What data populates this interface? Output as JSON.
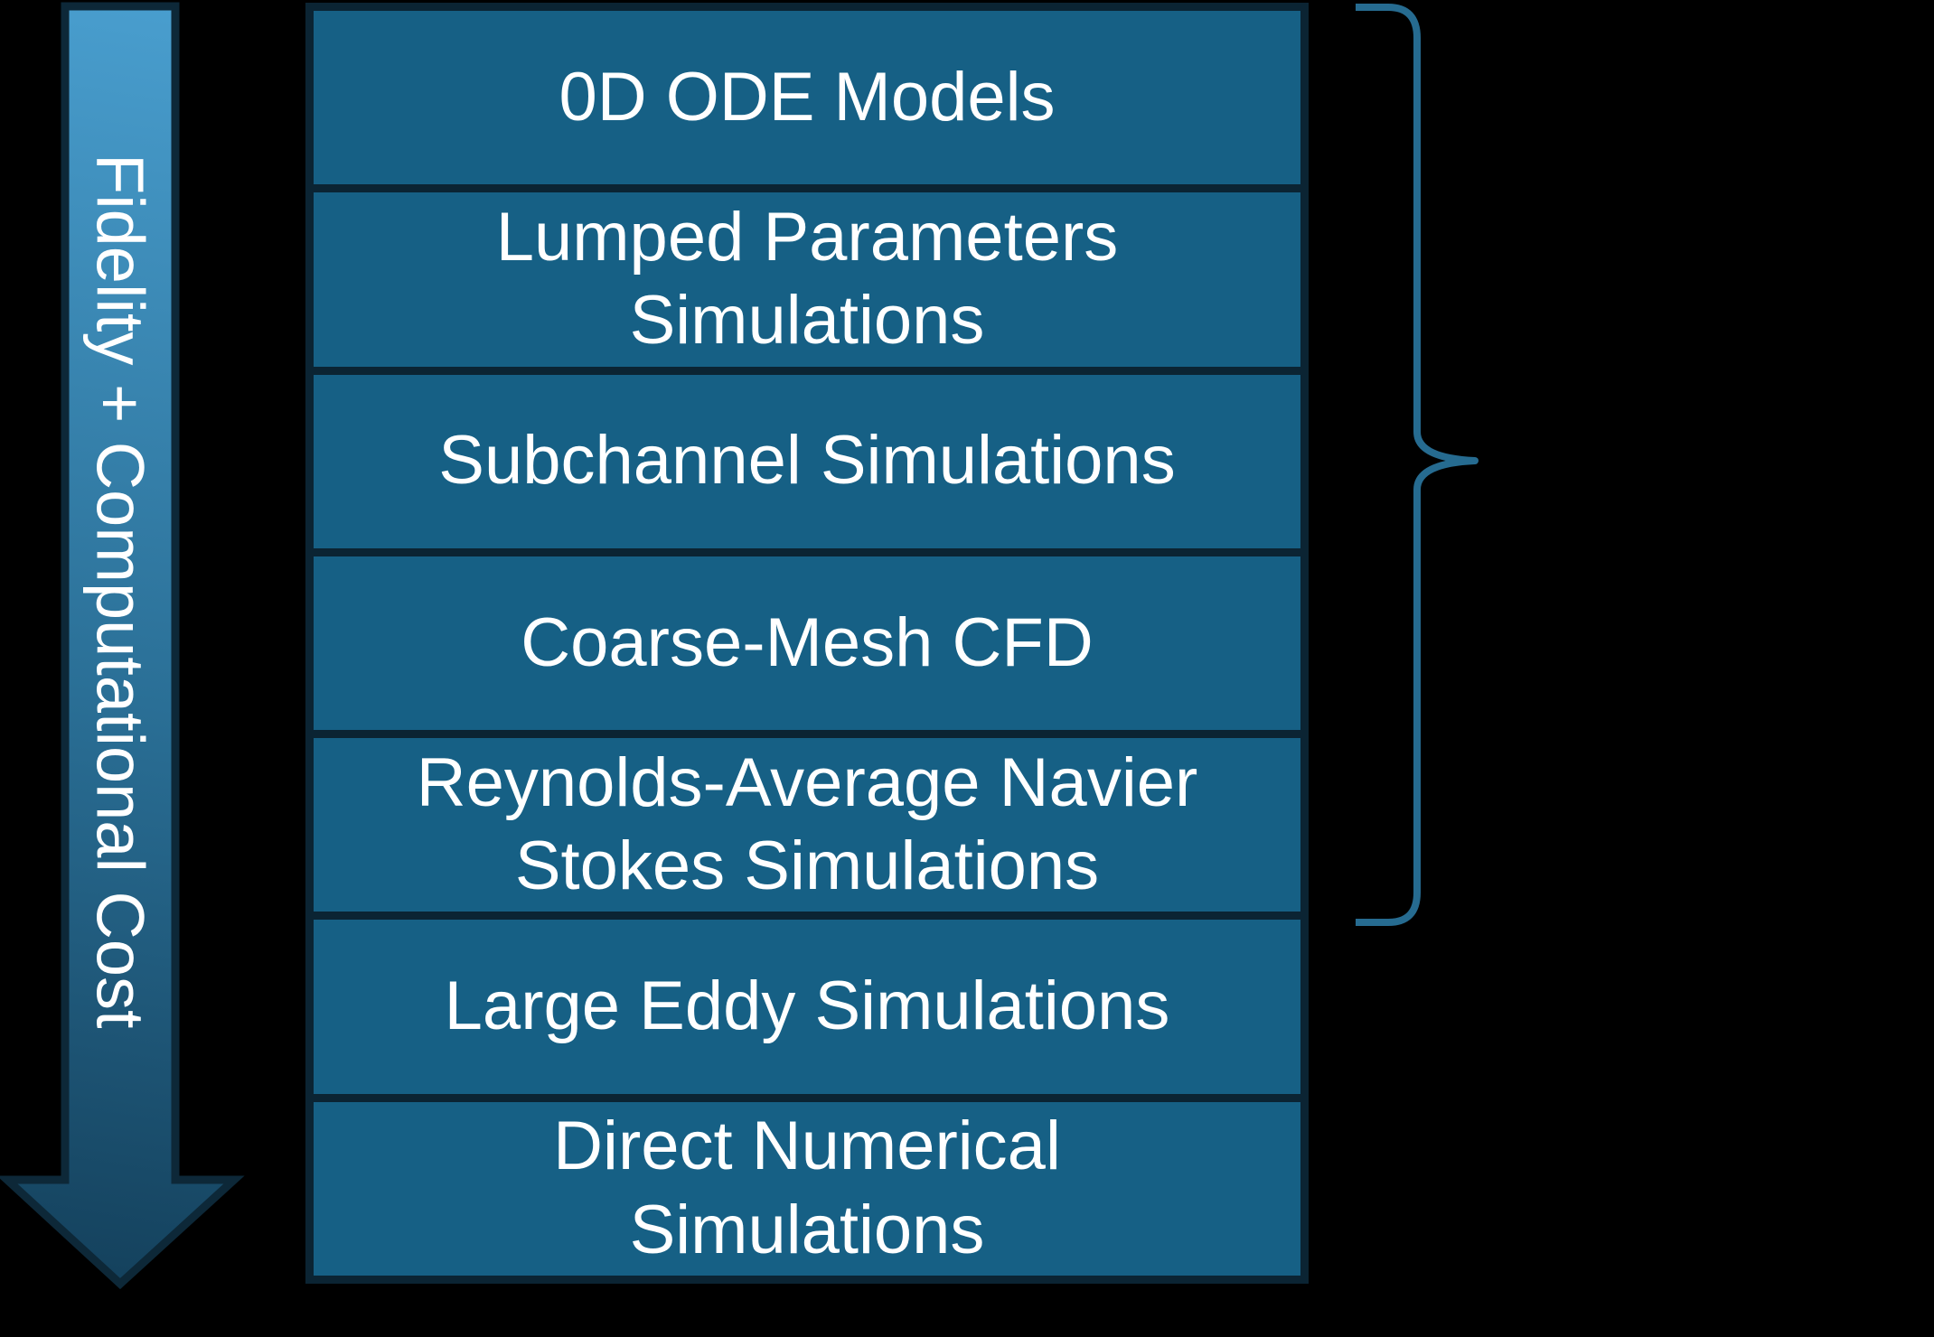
{
  "arrow": {
    "label": "Fidelity + Computational Cost"
  },
  "stack": {
    "rows": [
      {
        "label": "0D ODE Models"
      },
      {
        "label": "Lumped Parameters Simulations"
      },
      {
        "label": "Subchannel Simulations"
      },
      {
        "label": "Coarse-Mesh CFD"
      },
      {
        "label": "Reynolds-Average Navier Stokes Simulations"
      },
      {
        "label": "Large Eddy Simulations"
      },
      {
        "label": "Direct Numerical Simulations"
      }
    ]
  },
  "colors": {
    "background": "#000000",
    "box_fill": "#166085",
    "box_border": "#0b2433",
    "brace_stroke": "#266b90",
    "arrow_outline": "#0d2838",
    "arrow_gradient_light": "#4ba1d2",
    "arrow_gradient_dark": "#133f5a",
    "text": "#ffffff"
  }
}
